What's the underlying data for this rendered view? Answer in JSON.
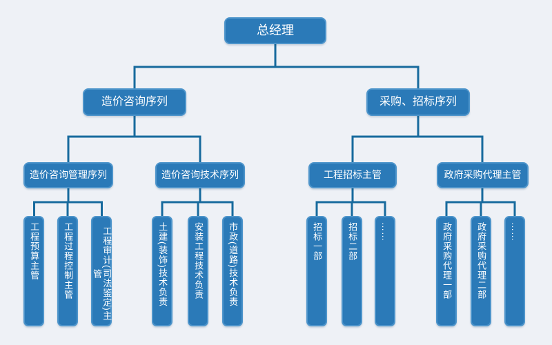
{
  "org": {
    "root": {
      "label": "总经理"
    },
    "branches": [
      {
        "label": "造价咨询序列",
        "children": [
          {
            "label": "造价咨询管理序列",
            "leaves": [
              "工程预算主管",
              "工程过程控制主管",
              "工程审计(司法鉴定)主管"
            ]
          },
          {
            "label": "造价咨询技术序列",
            "leaves": [
              "土建(装饰)技术负责",
              "安装工程技术负责",
              "市政(道路)技术负责"
            ]
          }
        ]
      },
      {
        "label": "采购、招标序列",
        "children": [
          {
            "label": "工程招标主管",
            "leaves": [
              "招标一部",
              "招标二部",
              "……"
            ]
          },
          {
            "label": "政府采购代理主管",
            "leaves": [
              "政府采购代理一部",
              "政府采购代理二部",
              "……"
            ]
          }
        ]
      }
    ],
    "colors": {
      "background": "#eef1f6",
      "box_fill": "#2b7ab8",
      "box_border": "#4e95cb",
      "line": "#176a9d",
      "text": "#ffffff"
    }
  }
}
